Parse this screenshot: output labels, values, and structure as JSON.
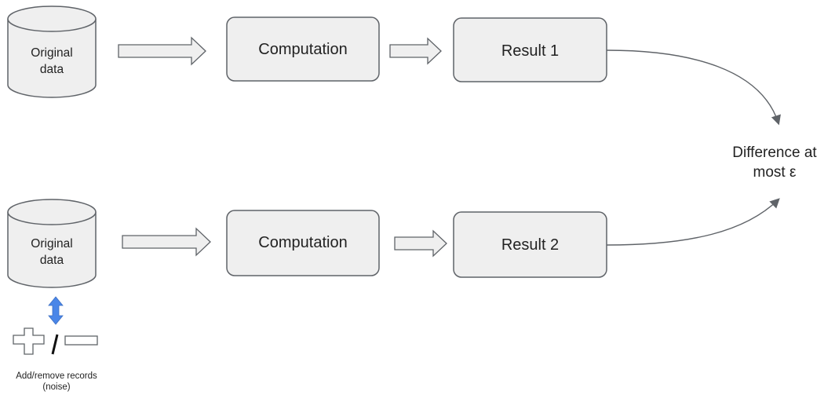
{
  "rows": [
    {
      "db_label_line1": "Original",
      "db_label_line2": "data",
      "computation_label": "Computation",
      "result_label": "Result 1"
    },
    {
      "db_label_line1": "Original",
      "db_label_line2": "data",
      "computation_label": "Computation",
      "result_label": "Result 2"
    }
  ],
  "difference": {
    "line1": "Difference at",
    "line2": "most ε"
  },
  "noise": {
    "line1": "Add/remove records",
    "line2": "(noise)"
  },
  "colors": {
    "shape_fill": "#efefef",
    "stroke": "#5f6368",
    "double_arrow": "#4a86e8",
    "text": "#222222"
  }
}
